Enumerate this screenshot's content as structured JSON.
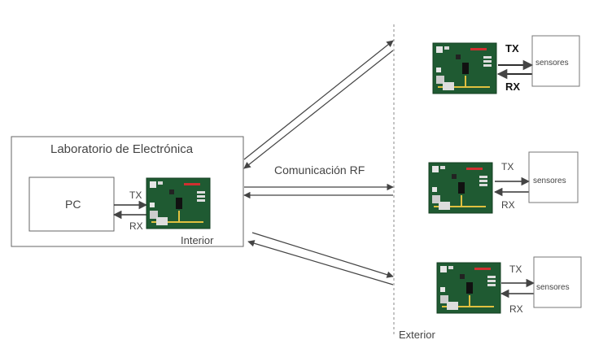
{
  "lab": {
    "title": "Laboratorio de Electrónica",
    "pc_label": "PC",
    "interior_label": "Interior",
    "tx": "TX",
    "rx": "RX"
  },
  "link_label": "Comunicación RF",
  "exterior_label": "Exterior",
  "nodes": [
    {
      "tx": "TX",
      "rx": "RX",
      "sensors": "sensores"
    },
    {
      "tx": "TX",
      "rx": "RX",
      "sensors": "sensores"
    },
    {
      "tx": "TX",
      "rx": "RX",
      "sensors": "sensores"
    }
  ],
  "colors": {
    "board": "#1f5a32",
    "board_trace": "#e0c040",
    "board_red": "#d03030",
    "stroke": "#555555"
  }
}
